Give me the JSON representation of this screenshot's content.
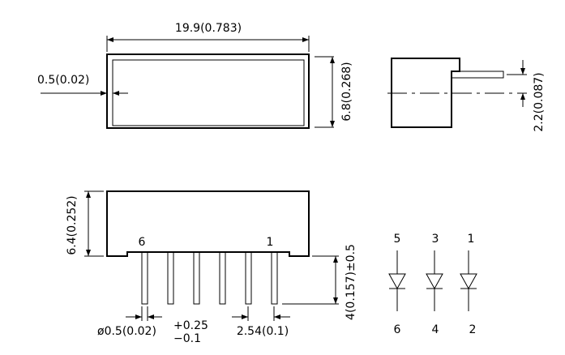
{
  "dimensions": {
    "width_top": "19.9(0.783)",
    "wall_thickness": "0.5(0.02)",
    "height_top": "6.8(0.268)",
    "side_offset": "2.2(0.087)",
    "body_height": "6.4(0.252)",
    "lead_length": "4(0.157)±0.5",
    "lead_diameter": "ø0.5(0.02)",
    "lead_tol_plus": "+0.25",
    "lead_tol_minus": "−0.1",
    "pitch": "2.54(0.1)"
  },
  "pin_marks": {
    "left": "6",
    "right": "1"
  },
  "schematic": {
    "anodes": [
      "5",
      "3",
      "1"
    ],
    "cathodes": [
      "6",
      "4",
      "2"
    ]
  }
}
